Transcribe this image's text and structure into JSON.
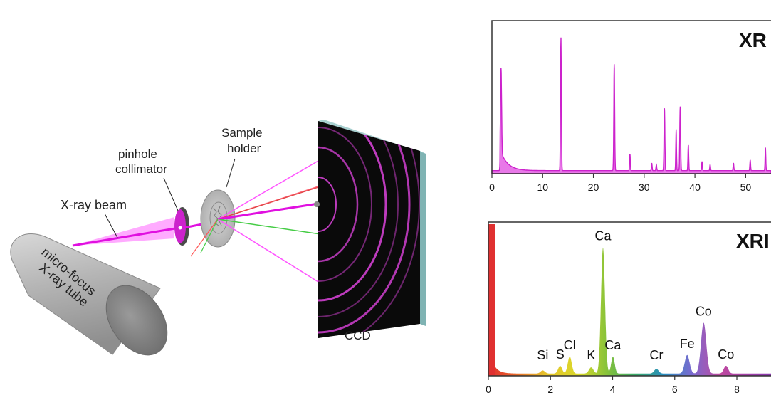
{
  "setup": {
    "tube_line1": "micro-focus",
    "tube_line2": "X-ray tube",
    "beam": "X-ray beam",
    "pinhole_line1": "pinhole",
    "pinhole_line2": "collimator",
    "holder_line1": "Sample",
    "holder_line2": "holder",
    "ccd": "CCD"
  },
  "xrd": {
    "title": "XR",
    "x_ticks": [
      "0",
      "10",
      "20",
      "30",
      "40",
      "50"
    ],
    "tick_values": [
      0,
      10,
      20,
      30,
      40,
      50
    ],
    "xlim": [
      0,
      55
    ],
    "ylim": [
      0,
      1
    ],
    "color": "#cc22cc",
    "peaks": [
      {
        "x": 1.8,
        "h": 0.55,
        "w": 0.15
      },
      {
        "x": 13.6,
        "h": 0.87,
        "w": 0.12
      },
      {
        "x": 24.1,
        "h": 0.7,
        "w": 0.12
      },
      {
        "x": 27.2,
        "h": 0.11,
        "w": 0.1
      },
      {
        "x": 31.5,
        "h": 0.05,
        "w": 0.1
      },
      {
        "x": 32.4,
        "h": 0.04,
        "w": 0.1
      },
      {
        "x": 34.0,
        "h": 0.41,
        "w": 0.12
      },
      {
        "x": 36.3,
        "h": 0.27,
        "w": 0.1
      },
      {
        "x": 37.1,
        "h": 0.42,
        "w": 0.12
      },
      {
        "x": 38.7,
        "h": 0.17,
        "w": 0.1
      },
      {
        "x": 41.4,
        "h": 0.06,
        "w": 0.1
      },
      {
        "x": 43.0,
        "h": 0.04,
        "w": 0.1
      },
      {
        "x": 47.6,
        "h": 0.05,
        "w": 0.1
      },
      {
        "x": 50.9,
        "h": 0.07,
        "w": 0.1
      },
      {
        "x": 53.9,
        "h": 0.15,
        "w": 0.1
      }
    ]
  },
  "xrf": {
    "title": "XRI",
    "x_ticks": [
      "0",
      "2",
      "4",
      "6",
      "8"
    ],
    "tick_values": [
      0,
      2,
      4,
      6,
      8
    ],
    "xlim": [
      0,
      9.1
    ],
    "ylim": [
      0,
      1
    ],
    "peaks": [
      {
        "x": 1.75,
        "h": 0.02,
        "w": 0.1
      },
      {
        "x": 2.31,
        "h": 0.05,
        "w": 0.09
      },
      {
        "x": 2.62,
        "h": 0.11,
        "w": 0.09
      },
      {
        "x": 3.31,
        "h": 0.04,
        "w": 0.1
      },
      {
        "x": 3.69,
        "h": 0.82,
        "w": 0.09
      },
      {
        "x": 4.01,
        "h": 0.11,
        "w": 0.08
      },
      {
        "x": 5.41,
        "h": 0.03,
        "w": 0.1
      },
      {
        "x": 6.4,
        "h": 0.12,
        "w": 0.11
      },
      {
        "x": 6.93,
        "h": 0.33,
        "w": 0.12
      },
      {
        "x": 7.65,
        "h": 0.05,
        "w": 0.1
      }
    ],
    "labels": [
      {
        "text": "Si",
        "x": 1.75,
        "h": 0.02
      },
      {
        "text": "S",
        "x": 2.31,
        "h": 0.05
      },
      {
        "text": "Cl",
        "x": 2.62,
        "h": 0.11
      },
      {
        "text": "K",
        "x": 3.31,
        "h": 0.04
      },
      {
        "text": "Ca",
        "x": 3.69,
        "h": 0.82
      },
      {
        "text": "Ca",
        "x": 4.01,
        "h": 0.11
      },
      {
        "text": "Cr",
        "x": 5.41,
        "h": 0.03
      },
      {
        "text": "Fe",
        "x": 6.4,
        "h": 0.12
      },
      {
        "text": "Co",
        "x": 6.93,
        "h": 0.33
      },
      {
        "text": "Co",
        "x": 7.65,
        "h": 0.05
      }
    ]
  }
}
